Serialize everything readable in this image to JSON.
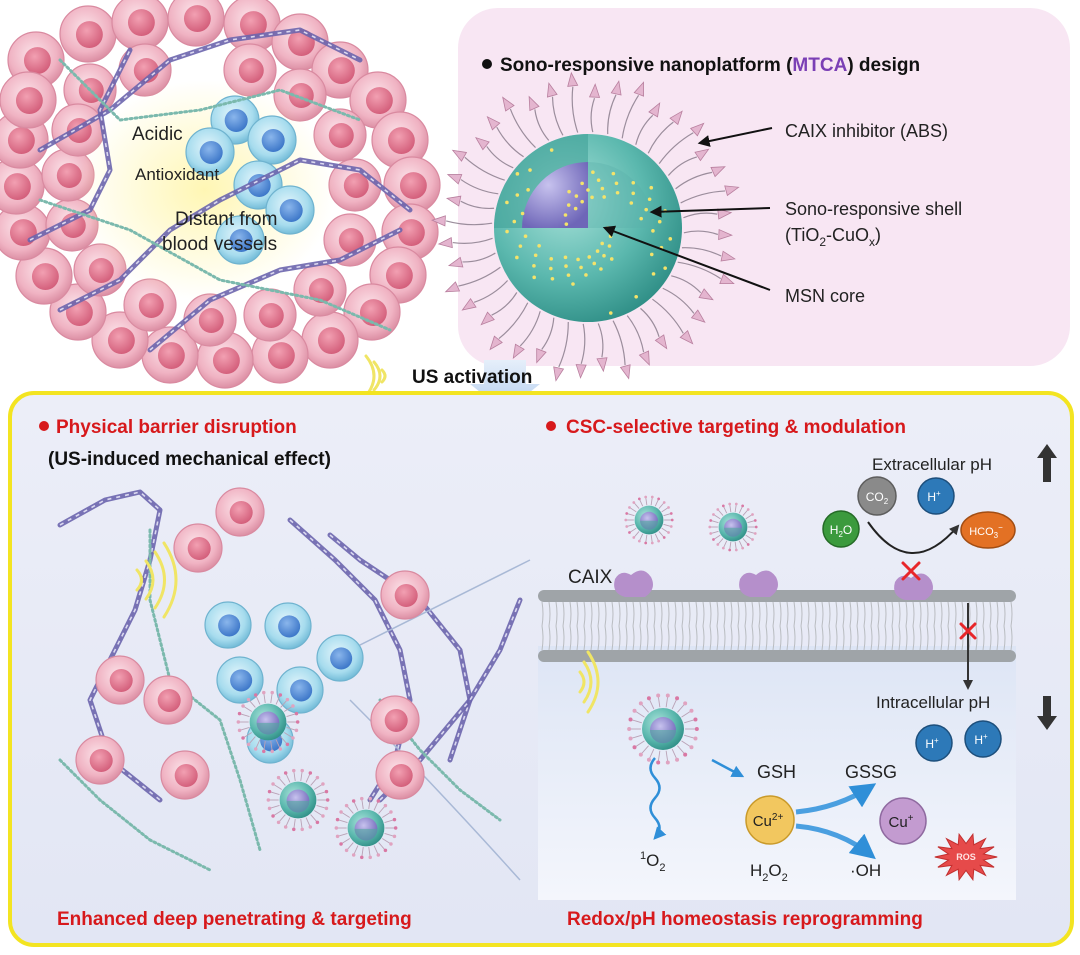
{
  "tumor": {
    "labels": {
      "acidic": "Acidic",
      "antioxidant": "Antioxidant",
      "distant_line1": "Distant from",
      "distant_line2": "blood vessels"
    }
  },
  "design_panel": {
    "title_prefix": "Sono-responsive nanoplatform (",
    "title_highlight": "MTCA",
    "title_suffix": ") design",
    "labels": {
      "caix_inhibitor": "CAIX inhibitor (ABS)",
      "shell_line1": "Sono-responsive shell",
      "shell_line2_prefix": "(TiO",
      "shell_line2_sub1": "2",
      "shell_line2_mid": "-CuO",
      "shell_line2_sub2": "x",
      "shell_line2_suffix": ")",
      "core": "MSN core"
    }
  },
  "activation": {
    "label": "US activation"
  },
  "left_section": {
    "title": "Physical barrier disruption",
    "subtitle": "(US-induced mechanical effect)",
    "footer": "Enhanced deep penetrating & targeting"
  },
  "right_section": {
    "title": "CSC-selective targeting & modulation",
    "footer": "Redox/pH homeostasis reprogramming",
    "labels": {
      "extracellular": "Extracellular pH",
      "intracellular": "Intracellular pH",
      "caix": "CAIX",
      "co2": "CO",
      "co2_sub": "2",
      "h2o_a": "H",
      "h2o_sub": "2",
      "h2o_b": "O",
      "hplus": "H",
      "hplus_sup": "+",
      "hco3": "HCO",
      "hco3_sub": "3",
      "hco3_sup": "−",
      "gsh": "GSH",
      "gssg": "GSSG",
      "cu2": "Cu",
      "cu2_sup": "2+",
      "cu1": "Cu",
      "cu1_sup": "+",
      "h2o2_a": "H",
      "h2o2_sub1": "2",
      "h2o2_b": "O",
      "h2o2_sub2": "2",
      "oh": "·OH",
      "singlet_sup": "1",
      "singlet_o": "O",
      "singlet_sub": "2",
      "ros": "ROS"
    }
  },
  "colors": {
    "red_title": "#d7191c",
    "mtca_purple": "#7b3fb5",
    "panel_pink": "#f8e6f3",
    "frame_yellow": "#f3e421",
    "bottom_bg": "#e8ebf7",
    "cell_pink": "#f1b5c4",
    "stem_cell_blue": "#8fd0e8",
    "shell_teal": "#5ab7ae",
    "core_purple": "#8e86cc"
  }
}
